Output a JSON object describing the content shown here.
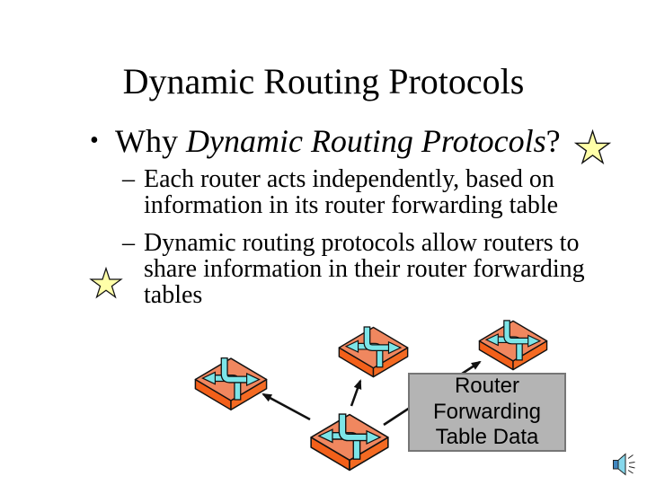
{
  "slide": {
    "title": "Dynamic Routing Protocols",
    "bullet": {
      "marker": "•",
      "prefix": "Why ",
      "emphasis": "Dynamic Routing Protocols",
      "suffix": "?"
    },
    "sub_bullets": [
      {
        "marker": "–",
        "text": "Each router acts independently, based on\ninformation in its router forwarding table"
      },
      {
        "marker": "–",
        "text": "Dynamic routing protocols allow routers to\nshare information in their router forwarding\ntables"
      }
    ],
    "diagram": {
      "label_box": {
        "text": "Router\nForwarding\nTable Data"
      },
      "routers": [
        {
          "id": "router-left"
        },
        {
          "id": "router-top-middle"
        },
        {
          "id": "router-top-right"
        },
        {
          "id": "router-bottom-center"
        }
      ],
      "arrows": [
        {
          "from": "router-bottom-center",
          "to": "router-left"
        },
        {
          "from": "router-bottom-center",
          "to": "router-top-middle"
        },
        {
          "from": "router-bottom-center",
          "to": "router-top-right"
        }
      ],
      "stars": [
        "star-upper-right",
        "star-middle-left"
      ],
      "icons": {
        "speaker": "speaker-icon",
        "router": "router-icon",
        "star": "star-icon"
      }
    },
    "colors": {
      "background": "#ffffff",
      "text": "#000000",
      "router_top": "#f0875f",
      "router_side": "#f3601a",
      "router_arrow_cyan": "#7ce5e8",
      "star_fill": "#ffffa8",
      "label_bg": "#b4b4b4",
      "label_border": "#767676",
      "speaker_cyan": "#86d8ec",
      "speaker_blue": "#3f87c0"
    }
  }
}
